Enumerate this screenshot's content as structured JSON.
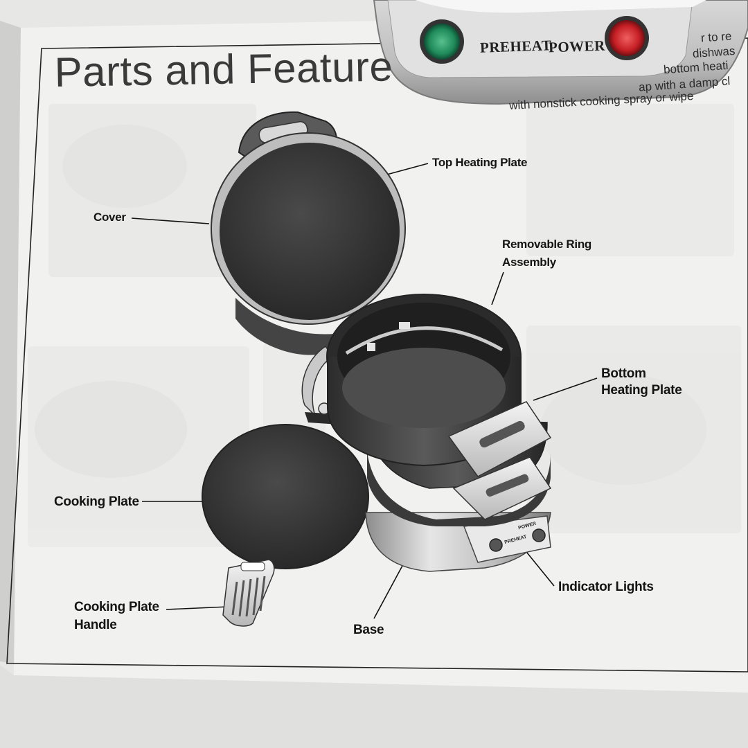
{
  "manual": {
    "title": "Parts and Feature",
    "labels": {
      "top_heating_plate": "Top Heating Plate",
      "cover": "Cover",
      "removable_ring_line1": "Removable Ring",
      "removable_ring_line2": "Assembly",
      "bottom_heating_plate_line1": "Bottom",
      "bottom_heating_plate_line2": "Heating Plate",
      "cooking_plate": "Cooking Plate",
      "indicator_lights": "Indicator Lights",
      "cooking_plate_handle_line1": "Cooking Plate",
      "cooking_plate_handle_line2": "Handle",
      "base": "Base"
    },
    "unit_panel": {
      "preheat": "PREHEAT",
      "power": "POWER"
    },
    "bleed_text": [
      "r to re",
      "dishwas",
      "bottom heati",
      "ap with a damp cl",
      "with nonstick cooking spray or wipe"
    ]
  },
  "device": {
    "preheat_label": "PREHEAT",
    "power_label": "POWER",
    "preheat_color": "#1f8a5a",
    "power_color": "#c41e24"
  }
}
